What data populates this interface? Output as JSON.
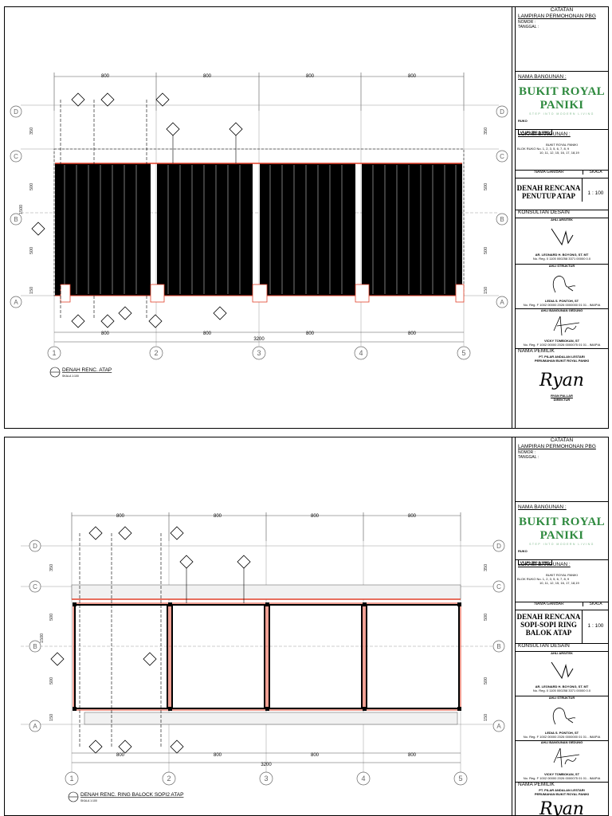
{
  "common": {
    "dims": [
      "800",
      "800",
      "800",
      "800"
    ],
    "total": "3200",
    "grid_rows": [
      "D",
      "C",
      "B",
      "A"
    ],
    "grid_cols": [
      "1",
      "2",
      "3",
      "4",
      "5"
    ],
    "vert_dims": {
      "top": "350",
      "mid1": "500",
      "mid2": "500",
      "bot": "150",
      "total": "1500"
    }
  },
  "titleblock": {
    "catatan": "CATATAN",
    "lampiran": "LAMPIRAN PERMOHONAN PBG",
    "nomor": "NOMOR    :",
    "tanggal": "TANGGAL :",
    "nama_bangunan_label": "NAMA BANGUNAN :",
    "logo": "BUKIT ROYAL PANIKI",
    "logo_tagline": "STEP INTO MODERN LIVING",
    "ruko_label": "RUKO",
    "ruko_type": "LT 150 (500 X 1500)",
    "lokasi_label": "LOKASI BANGUNAN :",
    "lokasi_1": "BUKIT ROYAL PANIKI",
    "lokasi_2": "BLOK RUKO No. 1, 2, 3, 5, 6, 7, 8, 9",
    "lokasi_3": "10, 11, 12, 15, 16, 17, 18,19",
    "nama_gambar": "NAMA GAMBAR",
    "skala": "SKALA",
    "scale_value": "1 : 100",
    "konsultan": "KONSULTAN DESAIN",
    "ahli_arsitek": "AHLI ARSITEK",
    "arsitek_name": "AR. LEONARD H. BOYONG, ST. MT",
    "arsitek_reg": "No. Reg. 0 1105 000258 3371 00000 0.0",
    "ahli_struktur": "AHLI STRUKTUR",
    "struktur_name": "LEDIA S. PONTOH, ST",
    "struktur_reg": "No. Reg. F 1002 00000 2026 0000000 01 01 - IMAPIA",
    "ahli_gedung": "AHLI BANGUNAN GEDUNG",
    "gedung_name": "VICKY TOMBOKAN, ST",
    "gedung_reg": "No. Reg. F 1002 00000 2026 0000075 01 01 - IMAPIA",
    "nama_pemilik": "NAMA PEMILIK",
    "pemilik_1": "PT. PILAR ANDALAN LESTARI",
    "pemilik_2": "PERUMAHAN BUKIT ROYAL PANIKI",
    "pemilik_sign": "Ryan",
    "pemilik_name": "RYAN PALLAR",
    "pemilik_role": "DIREKTUR"
  },
  "sheets": [
    {
      "drawing_title": "DENAH RENC. ATAP",
      "scale_note": "SKALA 1:100",
      "drawing_name": "DENAH RENCANA PENUTUP ATAP"
    },
    {
      "drawing_title": "DENAH RENC. RING BALOCK SOPI2 ATAP",
      "scale_note": "SKALA 1:100",
      "drawing_name": "DENAH RENCANA SOPI-SOPI RING BALOK ATAP"
    }
  ]
}
